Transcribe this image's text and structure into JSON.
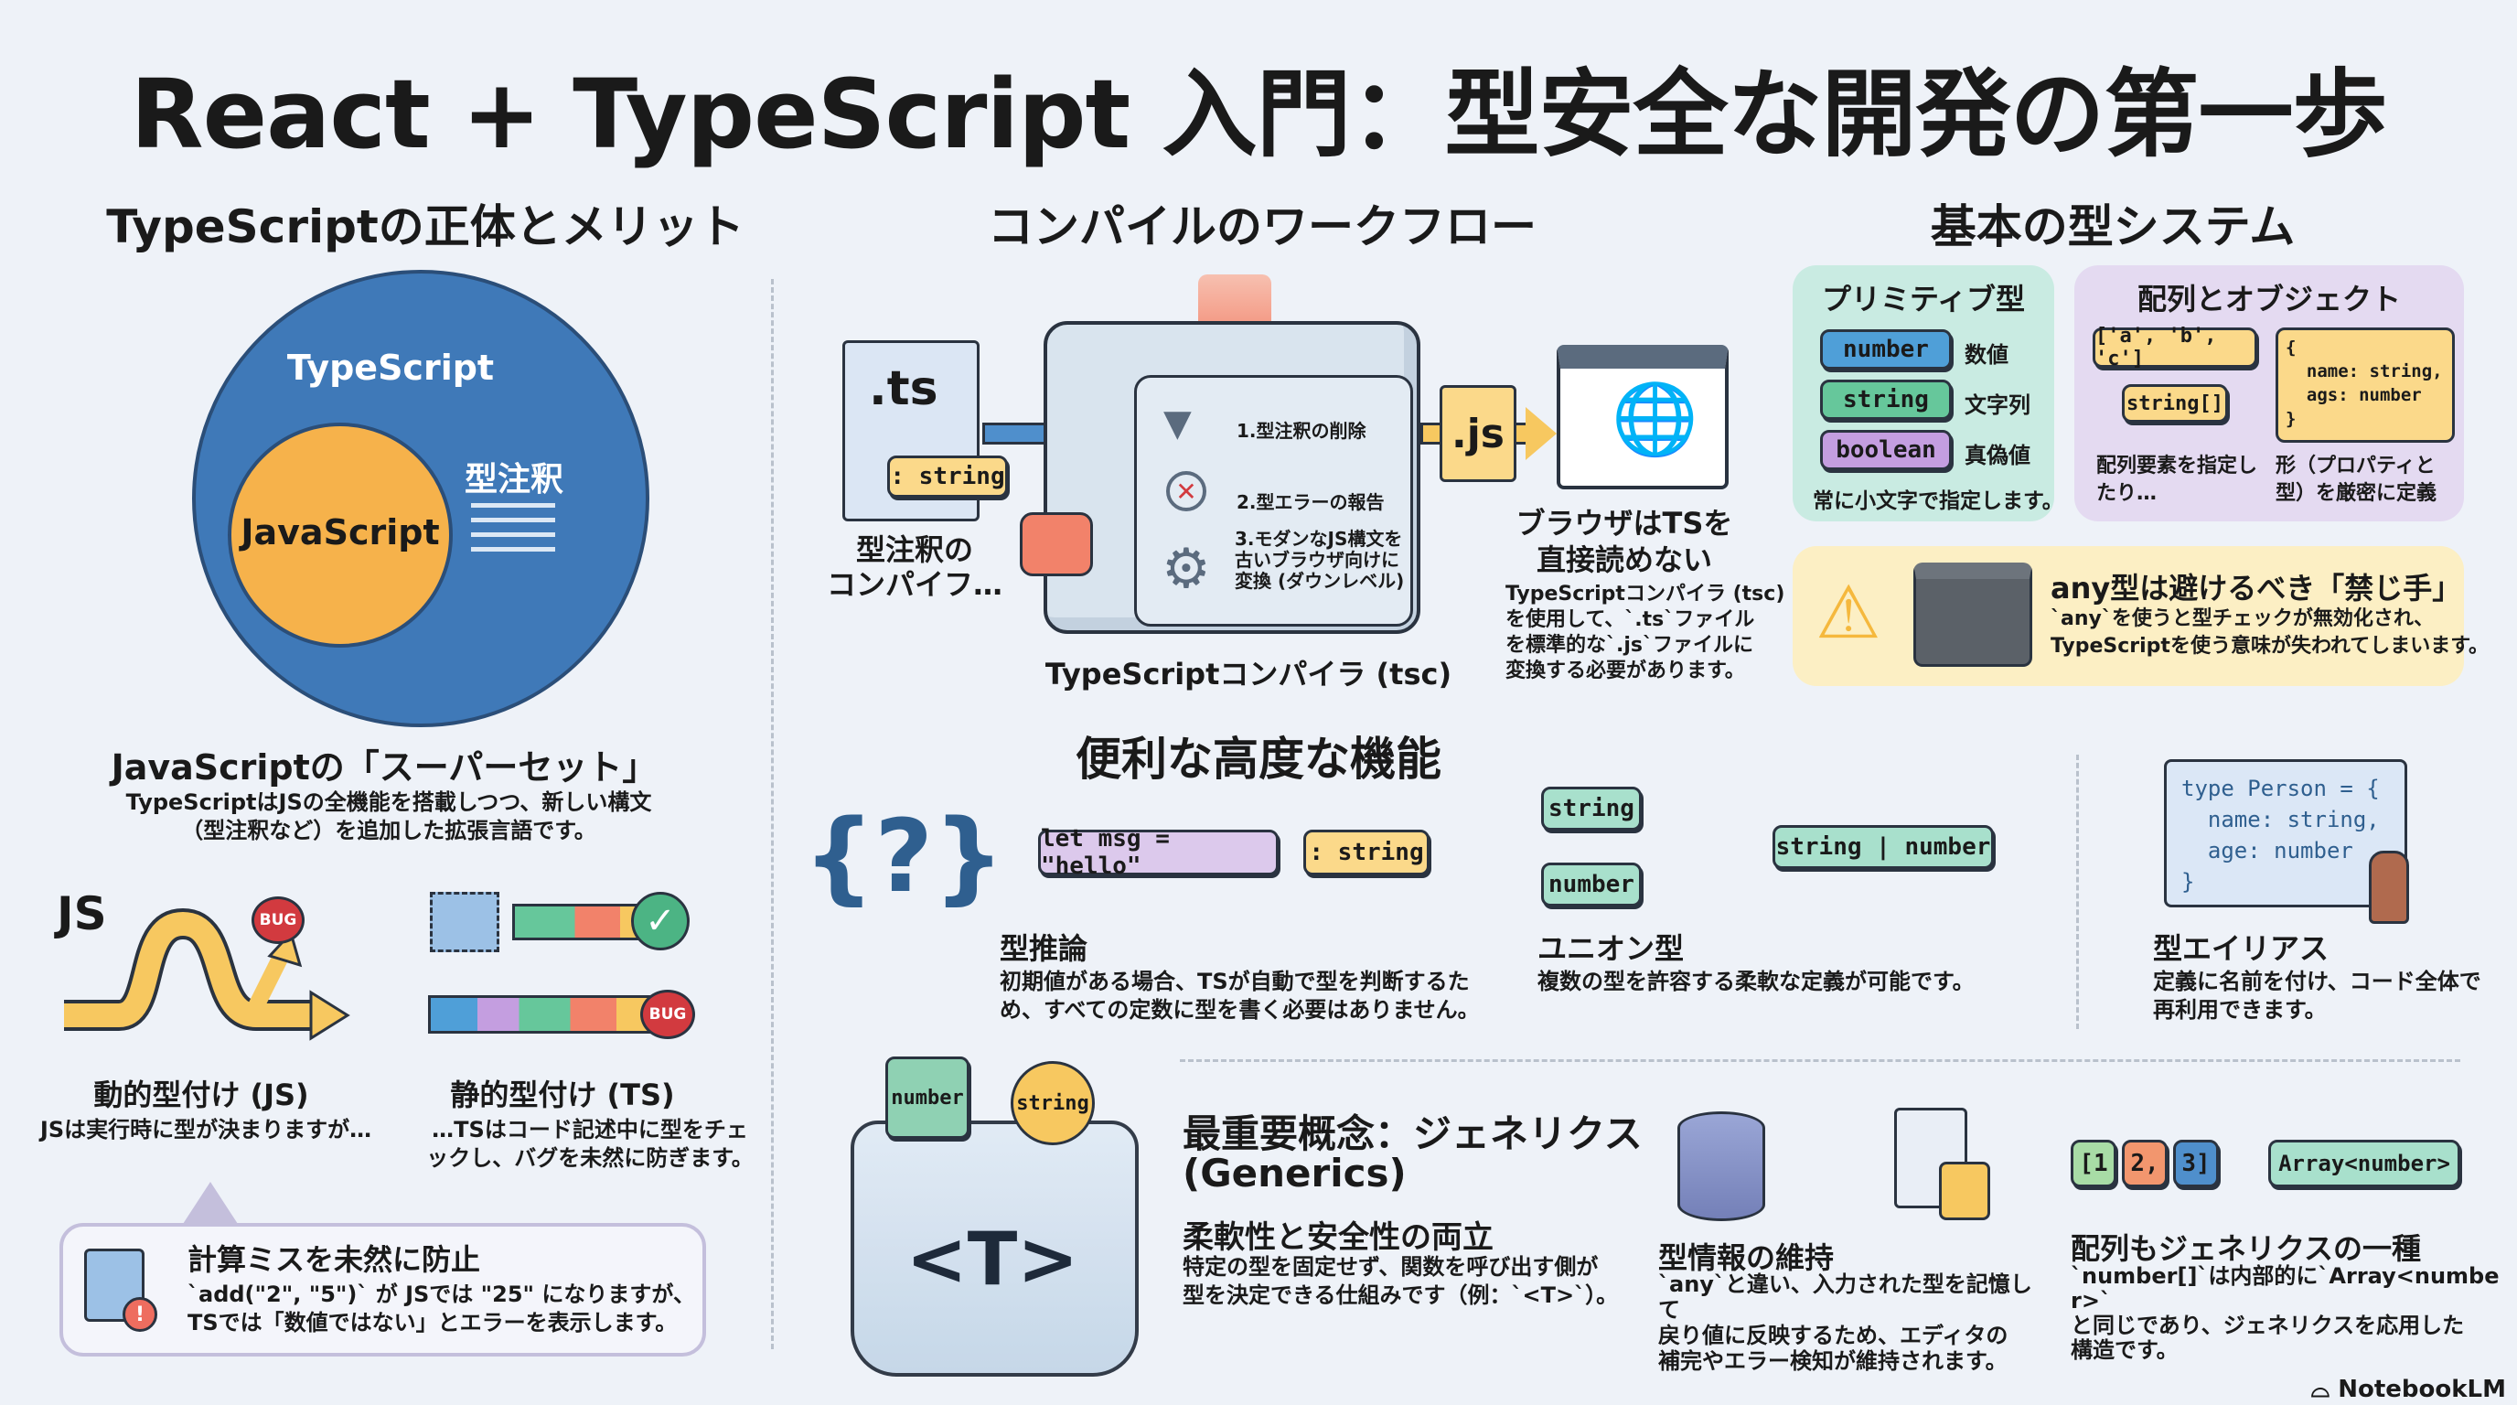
{
  "title": "React + TypeScript 入門：型安全な開発の第一歩",
  "sections": {
    "left": "TypeScriptの正体とメリット",
    "middle": "コンパイルのワークフロー",
    "right": "基本の型システム"
  },
  "venn": {
    "outer": "TypeScript",
    "inner": "JavaScript",
    "annotation": "型注釈"
  },
  "superset": {
    "title": "JavaScriptの「スーパーセット」",
    "desc": [
      "TypeScriptはJSの全機能を搭載しつつ、新しい構文",
      "（型注釈など）を追加した拡張言語です。"
    ]
  },
  "dynamic": {
    "label": "JS",
    "bug": "BUG",
    "title": "動的型付け (JS)",
    "desc": "JSは実行時に型が決まりますが…"
  },
  "static": {
    "bug": "BUG",
    "title": "静的型付け (TS)",
    "desc": [
      "…TSはコード記述中に型をチェ",
      "ックし、バグを未然に防ぎます。"
    ]
  },
  "callout": {
    "title": "計算ミスを未然に防止",
    "desc": [
      "`add(\"2\", \"5\")` が JSでは \"25\" になりますが、",
      "TSでは「数値ではない」とエラーを表示します。"
    ]
  },
  "workflow": {
    "ts_file": ".ts",
    "ts_tag": ": string",
    "ts_caption": [
      "型注釈の",
      "コンパイフ…"
    ],
    "steps": [
      "1.型注釈の削除",
      "2.型エラーの報告",
      "3.モダンなJS構文を古いブラウザ向けに変換 (ダウンレベル)"
    ],
    "compiler": "TypeScriptコンパイラ (tsc)",
    "js_file": ".js",
    "browser_title": [
      "ブラウザはTSを",
      "直接読めない"
    ],
    "browser_desc": [
      "TypeScriptコンパイラ (tsc)",
      "を使用して、`.ts`ファイル",
      "を標準的な`.js`ファイルに",
      "変換する必要があります。"
    ]
  },
  "primitive": {
    "title": "プリミティブ型",
    "items": [
      {
        "type": "number",
        "label": "数値",
        "color": "#4f9fd8"
      },
      {
        "type": "string",
        "label": "文字列",
        "color": "#66c79b"
      },
      {
        "type": "boolean",
        "label": "真偽値",
        "color": "#c49ee0"
      }
    ],
    "note": "常に小文字で指定します。"
  },
  "arrobj": {
    "title": "配列とオブジェクト",
    "array": "['a', 'b', 'c']",
    "array_type": "string[]",
    "object": [
      "{",
      "  name: string,",
      "  ags: number",
      "}"
    ],
    "note_left": [
      "配列要素を指定し",
      "たり…"
    ],
    "note_right": [
      "形（プロパティと",
      "型）を厳密に定義"
    ]
  },
  "any": {
    "title": "any型は避けるべき「禁じ手」",
    "desc": [
      "`any`を使うと型チェックが無効化され、",
      "TypeScriptを使う意味が失われてしまいます。"
    ]
  },
  "advanced": {
    "title": "便利な高度な機能",
    "inference": {
      "icon": "{?}",
      "code": "let msg = \"hello\"",
      "type": ": string",
      "title": "型推論",
      "desc": [
        "初期値がある場合、TSが自動で型を判断するた",
        "め、すべての定数に型を書く必要はありません。"
      ]
    },
    "union": {
      "a": "string",
      "b": "number",
      "combined": "string | number",
      "title": "ユニオン型",
      "desc": "複数の型を許容する柔軟な定義が可能です。"
    },
    "alias": {
      "code": [
        "type Person = {",
        "  name: string,",
        "  age: number",
        "}"
      ],
      "title": "型エイリアス",
      "desc": [
        "定義に名前を付け、コード全体で",
        "再利用できます。"
      ]
    }
  },
  "generics": {
    "jar_tags": [
      "number",
      "string"
    ],
    "jar_label": "<T>",
    "title": "最重要概念：ジェネリクス",
    "title2": "(Generics)",
    "subtitle": "柔軟性と安全性の両立",
    "desc": [
      "特定の型を固定せず、関数を呼び出す側が",
      "型を決定できる仕組みです（例：`<T>`）。"
    ],
    "keep": {
      "title": "型情報の維持",
      "desc": [
        "`any`と違い、入力された型を記憶して",
        "戻り値に反映するため、エディタの",
        "補完やエラー検知が維持されます。"
      ]
    },
    "array": {
      "tiles": [
        "[1",
        "2,",
        "3]"
      ],
      "tag": "Array<number>",
      "title": "配列もジェネリクスの一種",
      "desc": [
        "`number[]`は内部的に`Array<number>`",
        "と同じであり、ジェネリクスを応用した",
        "構造です。"
      ]
    }
  },
  "brand": "NotebookLM"
}
